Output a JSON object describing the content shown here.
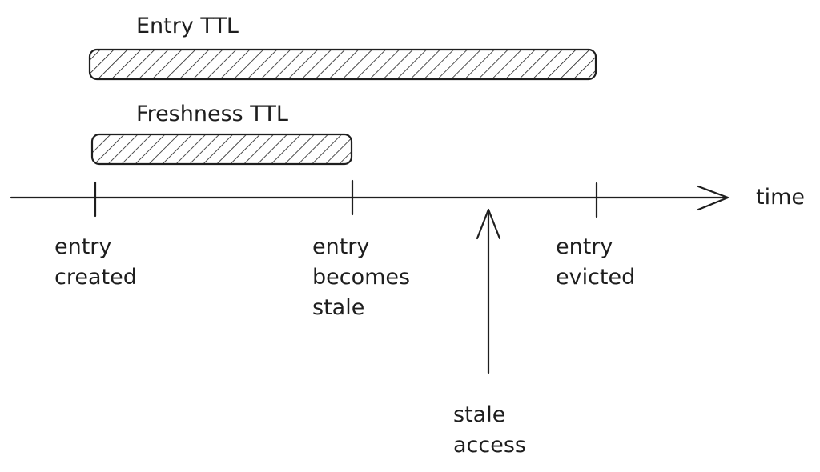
{
  "bars": {
    "entry_ttl": "Entry TTL",
    "freshness_ttl": "Freshness TTL"
  },
  "axis": {
    "label": "time"
  },
  "events": {
    "created": "entry\ncreated",
    "stale": "entry\nbecomes\nstale",
    "evicted": "entry\nevicted",
    "stale_access": "stale\naccess"
  },
  "colors": {
    "stroke": "#1e1e1e",
    "background": "#ffffff"
  }
}
